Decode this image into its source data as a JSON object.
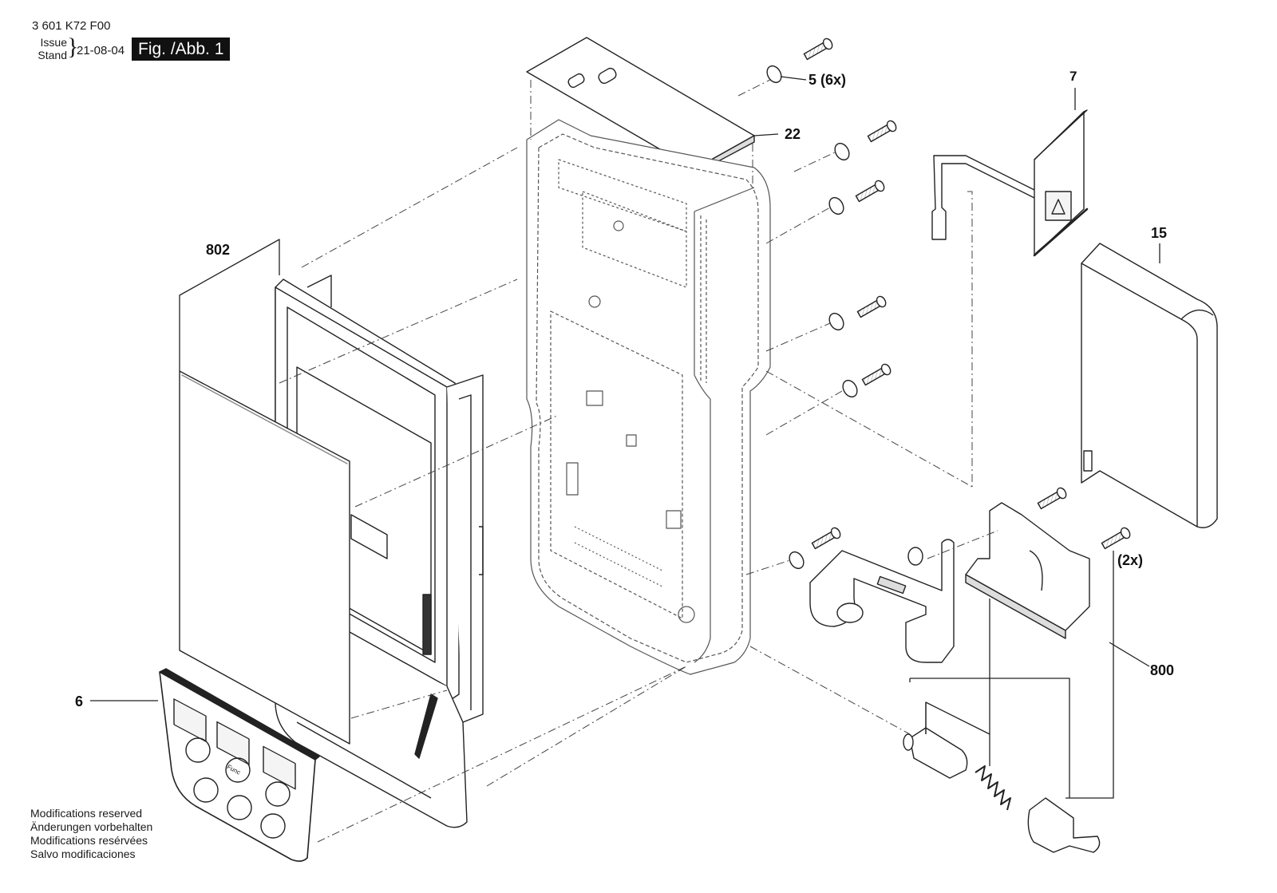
{
  "header": {
    "part_code": "3 601 K72 F00",
    "issue_label": "Issue",
    "stand_label": "Stand",
    "date": "21-08-04",
    "figure_label": "Fig. /Abb. 1"
  },
  "callouts": {
    "c5": "5",
    "c5_qty": "(6x)",
    "c22": "22",
    "c7": "7",
    "c15": "15",
    "c802": "802",
    "c6": "6",
    "c2x": "(2x)",
    "c800": "800"
  },
  "footer": {
    "line1": "Modifications reserved",
    "line2": "Änderungen vorbehalten",
    "line3": "Modifications resérvées",
    "line4": "Salvo modificaciones"
  },
  "keypad": {
    "key_label": "Func"
  }
}
